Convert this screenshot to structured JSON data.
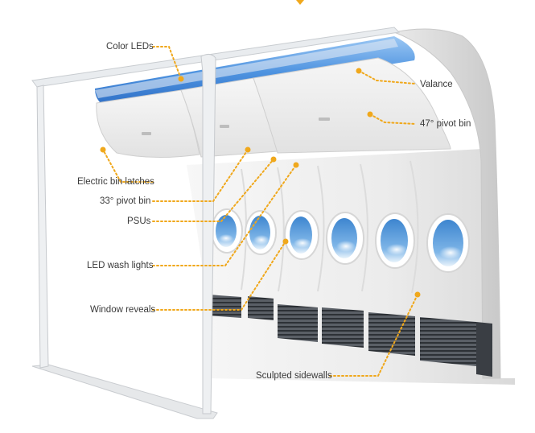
{
  "labels": {
    "color_leds": "Color LEDs",
    "valance": "Valance",
    "pivot_bin_47": "47° pivot bin",
    "electric_bin_latches": "Electric bin latches",
    "pivot_bin_33": "33° pivot bin",
    "psus": "PSUs",
    "led_wash_lights": "LED wash lights",
    "window_reveals": "Window reveals",
    "sculpted_sidewalls": "Sculpted sidewalls"
  },
  "colors": {
    "callout": "#f0a81c",
    "led_blue": "#3b7fd4",
    "panel": "#f1f1f1",
    "grille": "#4a4f55",
    "sky": "#4a8fd0"
  }
}
